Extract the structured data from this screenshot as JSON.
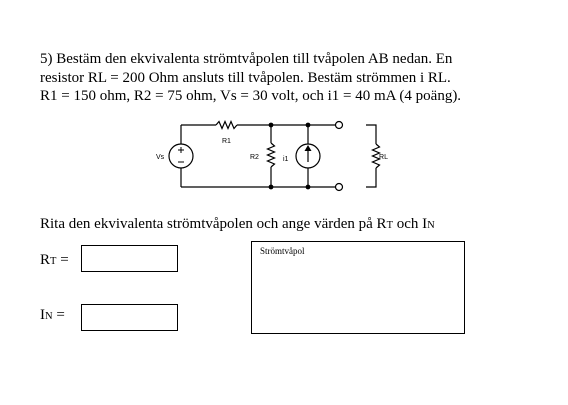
{
  "problem": {
    "line1": "5) Bestäm den ekvivalenta strömtvåpolen till tvåpolen AB nedan. En",
    "line2": "resistor RL = 200 Ohm ansluts till tvåpolen. Bestäm strömmen i RL.",
    "line3": "R1 = 150 ohm, R2 = 75 ohm, Vs = 30 volt, och i1 = 40 mA (4 poäng)."
  },
  "circuit": {
    "vs_label": "Vs",
    "r1_label": "R1",
    "r2_label": "R2",
    "i1_label": "i1",
    "rl_label": "RL"
  },
  "instruction": {
    "text": "Rita den ekvivalenta strömtvåpolen och ange värden på R",
    "sub1": "T",
    "mid": " och I",
    "sub2": "N"
  },
  "fields": {
    "rt_main": "R",
    "rt_sub": "T",
    "rt_eq": " =",
    "in_main": "I",
    "in_sub": "N",
    "in_eq": " ="
  },
  "drawing_area": {
    "label": "Strömtvåpol"
  }
}
